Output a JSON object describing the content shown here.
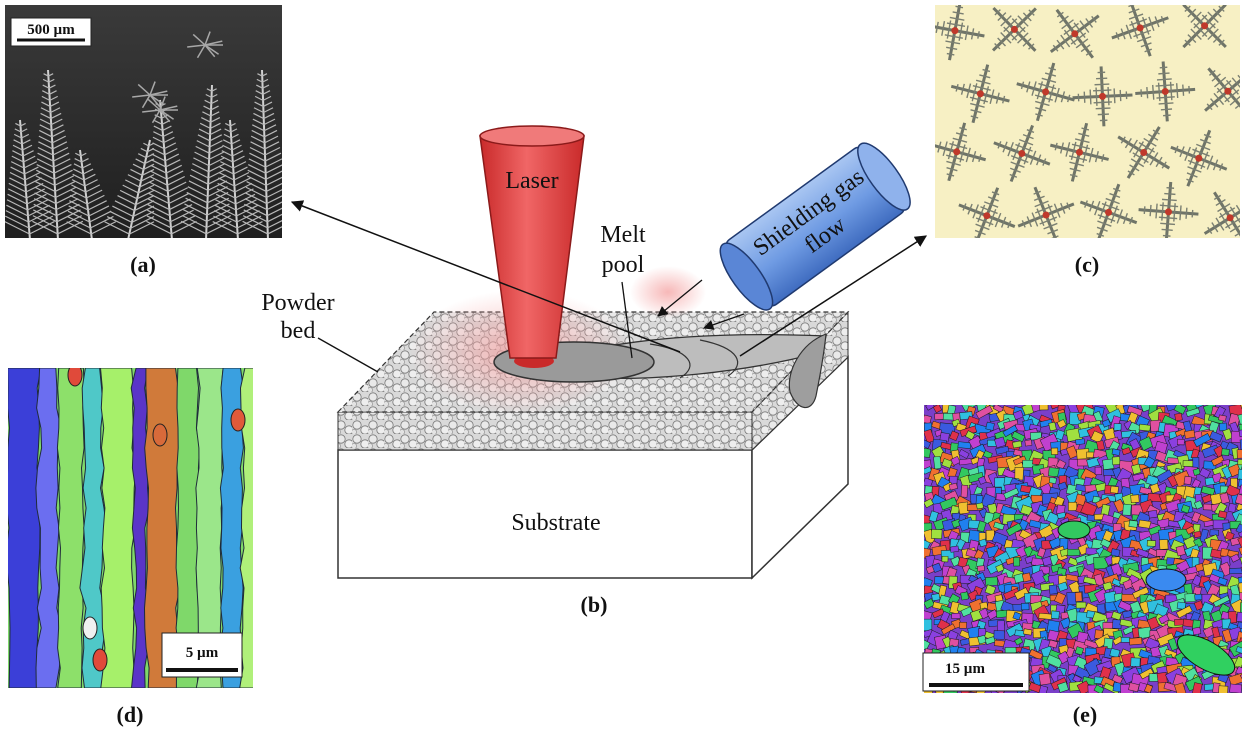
{
  "figure": {
    "panels": [
      {
        "id": "a",
        "caption": "(a)",
        "scale_bar": "500 µm"
      },
      {
        "id": "b",
        "caption": "(b)"
      },
      {
        "id": "c",
        "caption": "(c)"
      },
      {
        "id": "d",
        "caption": "(d)",
        "scale_bar": "5 µm"
      },
      {
        "id": "e",
        "caption": "(e)",
        "scale_bar": "15 µm"
      }
    ],
    "labels": {
      "laser": "Laser",
      "shielding_line1": "Shielding gas",
      "shielding_line2": "flow",
      "melt_line1": "Melt",
      "melt_line2": "pool",
      "powder_line1": "Powder",
      "powder_line2": "bed",
      "substrate": "Substrate"
    },
    "colors": {
      "laser_fill": "#e5484d",
      "laser_stroke": "#8b1a1a",
      "nozzle_fill": "#6f9be3",
      "nozzle_stroke": "#203a70",
      "substrate_fill": "#ffffff",
      "powder_fill": "#d7d7d7",
      "panel_c_background": "#f7f0c4",
      "dendrite_core": "#c0392b"
    }
  }
}
